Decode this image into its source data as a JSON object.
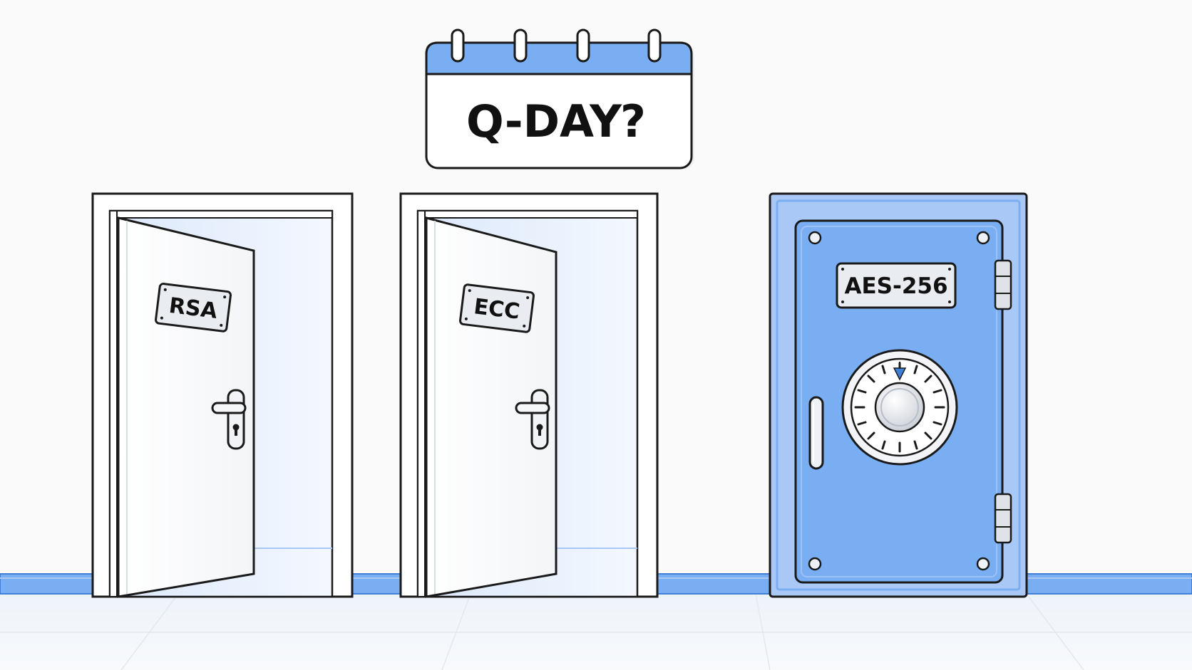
{
  "calendar": {
    "title": "Q-DAY",
    "mark": "?"
  },
  "doors": [
    {
      "label": "RSA",
      "state": "open"
    },
    {
      "label": "ECC",
      "state": "open"
    }
  ],
  "vault": {
    "label": "AES-256",
    "state": "closed"
  },
  "colors": {
    "accent": "#7AAEF2",
    "accent_dark": "#3F7FD8",
    "outline": "#1A1A1A",
    "wall": "#FAFAFA",
    "floor": "#F2F5FA",
    "metal": "#EDEFF2"
  },
  "icons": {
    "calendar": "calendar-icon",
    "door": "open-door-icon",
    "vault": "safe-vault-icon",
    "dial": "combination-dial-icon"
  }
}
